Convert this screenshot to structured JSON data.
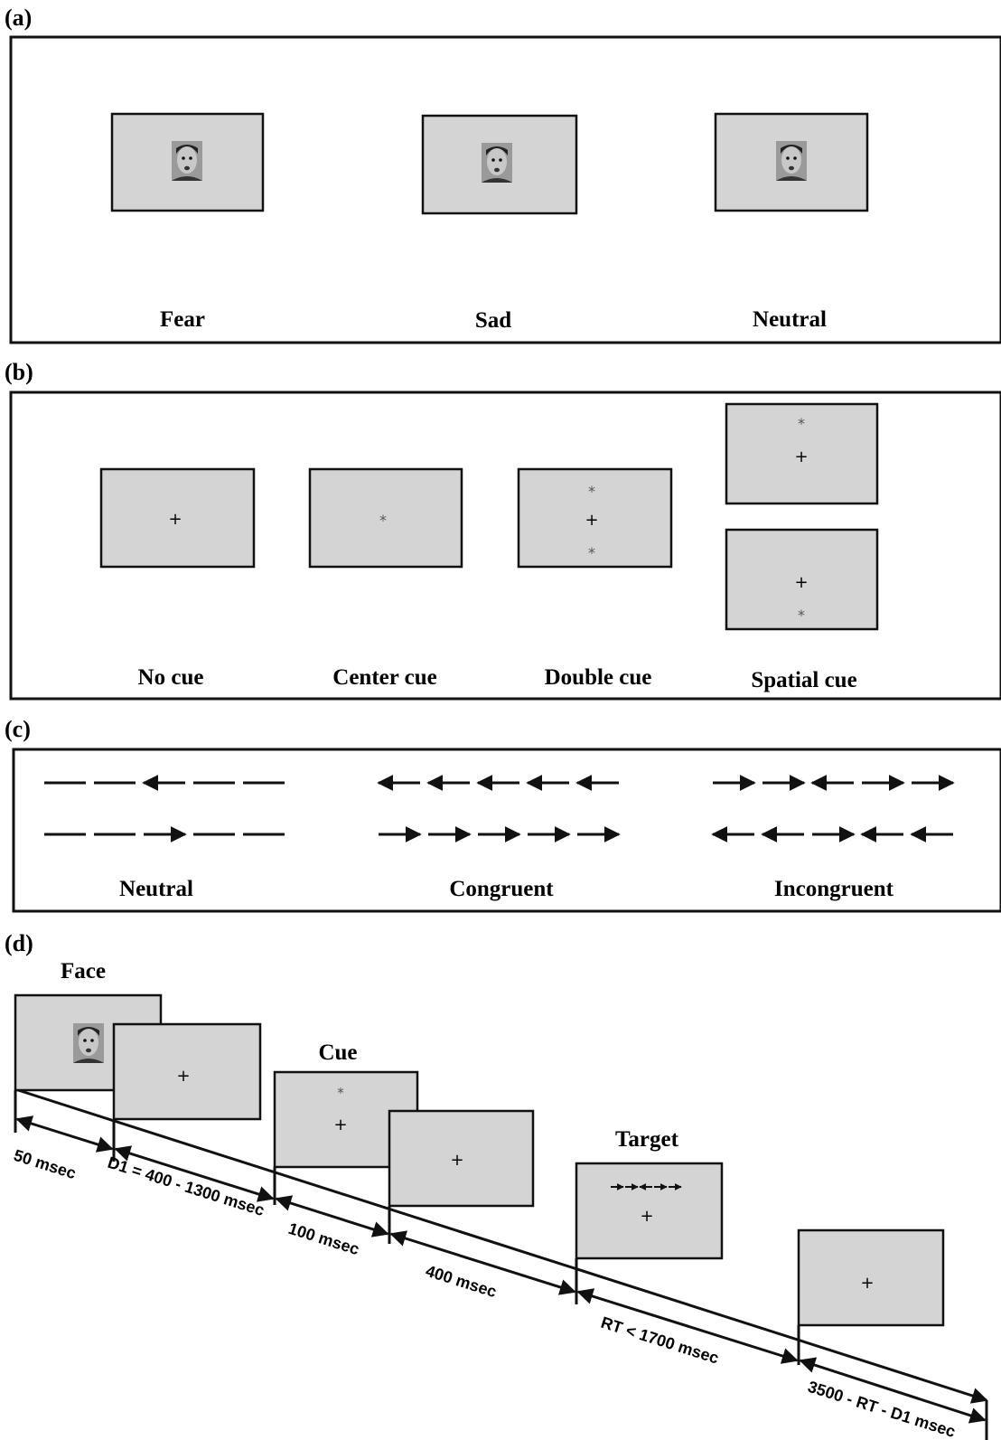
{
  "colors": {
    "screen_fill": "#d4d4d4",
    "stroke": "#111111",
    "cue_star": "#555555"
  },
  "panels": {
    "a": {
      "letter": "(a)",
      "labels": [
        "Fear",
        "Sad",
        "Neutral"
      ]
    },
    "b": {
      "letter": "(b)",
      "labels": [
        "No cue",
        "Center cue",
        "Double cue",
        "Spatial cue"
      ],
      "fixation_symbol": "+",
      "cue_symbol": "*"
    },
    "c": {
      "letter": "(c)",
      "labels": [
        "Neutral",
        "Congruent",
        "Incongruent"
      ]
    },
    "d": {
      "letter": "(d)",
      "stage_labels": {
        "face": "Face",
        "cue": "Cue",
        "target": "Target"
      },
      "fixation_symbol": "+",
      "cue_symbol": "*",
      "timings": [
        "50 msec",
        "D1 = 400 - 1300 msec",
        "100 msec",
        "400 msec",
        "RT < 1700 msec",
        "3500 - RT - D1 msec"
      ]
    }
  }
}
